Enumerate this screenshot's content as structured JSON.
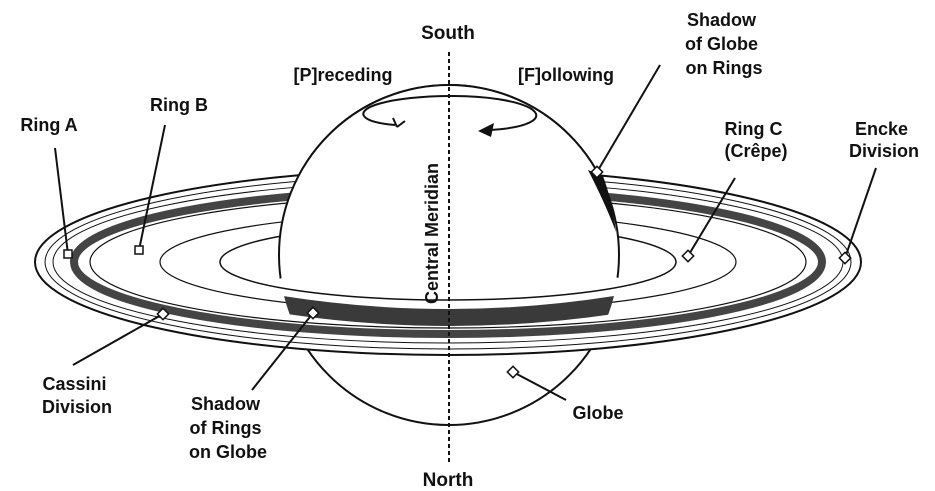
{
  "diagram": {
    "direction_top": "South",
    "direction_bottom": "North",
    "central_meridian": "Central Meridian",
    "preceding": "[P]receding",
    "following": "[F]ollowing",
    "ring_a": "Ring A",
    "ring_b": "Ring B",
    "ring_c": [
      "Ring C",
      "(Crêpe)"
    ],
    "encke": [
      "Encke",
      "Division"
    ],
    "shadow_globe_on_rings": [
      "Shadow",
      "of Globe",
      "on Rings"
    ],
    "cassini": [
      "Cassini",
      "Division"
    ],
    "shadow_rings_on_globe": [
      "Shadow",
      "of Rings",
      "on Globe"
    ],
    "globe": "Globe"
  }
}
